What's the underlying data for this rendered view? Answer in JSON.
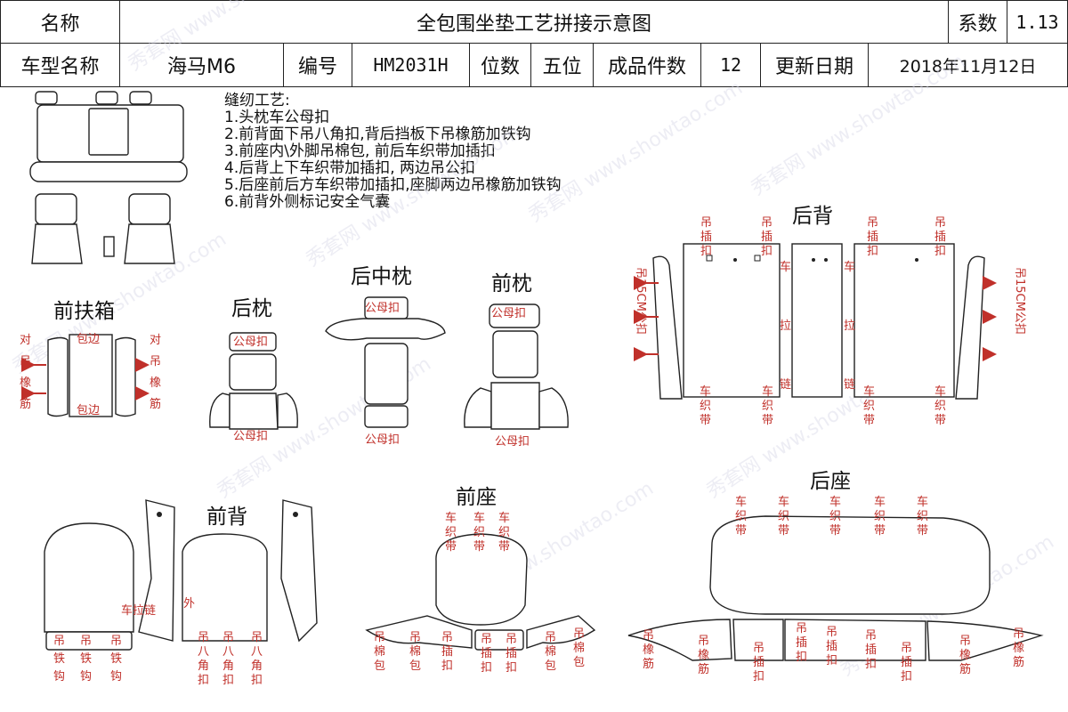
{
  "header": {
    "row1": {
      "name_label": "名称",
      "title": "全包围坐垫工艺拼接示意图",
      "coef_label": "系数",
      "coef_value": "1.13"
    },
    "row2": {
      "model_label": "车型名称",
      "model_value": "海马M6",
      "code_label": "编号",
      "code_value": "HM2031H",
      "seats_label": "位数",
      "seats_value": "五位",
      "pieces_label": "成品件数",
      "pieces_value": "12",
      "date_label": "更新日期",
      "date_value": "2018年11月12日"
    }
  },
  "craft": {
    "heading": "缝纫工艺:",
    "steps": [
      "1.头枕车公母扣",
      "2.前背面下吊八角扣,背后挡板下吊橡筋加铁钩",
      "3.前座内\\外脚吊棉包, 前后车织带加插扣",
      "4.后背上下车织带加插扣, 两边吊公扣",
      "5.后座前后方车织带加插扣,座脚两边吊橡筋加铁钩",
      "6.前背外侧标记安全气囊"
    ]
  },
  "parts": {
    "front_armrest": "前扶箱",
    "rear_pillow": "后枕",
    "rear_mid_pillow": "后中枕",
    "front_pillow": "前枕",
    "rear_back": "后背",
    "front_back": "前背",
    "front_seat": "前座",
    "rear_seat": "后座"
  },
  "labels": {
    "bao_bian": "包边",
    "gong_mu_kou": "公母扣",
    "dui_diao_xiang_jin": "对吊橡筋",
    "diao_cha_kou": "吊插扣",
    "diao_15cm": "吊15CM公扣",
    "che_la_lian": "车拉链",
    "che_zhi_dai": "车织带",
    "diao_tie_gou": "吊铁钩",
    "diao_ba_jiao_kou": "吊八角扣",
    "wai": "外",
    "diao_mian_bao": "吊棉包",
    "diao_xiang_jin": "吊橡筋"
  },
  "watermark": "秀套网 www.showtao.com",
  "colors": {
    "label_red": "#c0302a",
    "line": "#222222"
  }
}
